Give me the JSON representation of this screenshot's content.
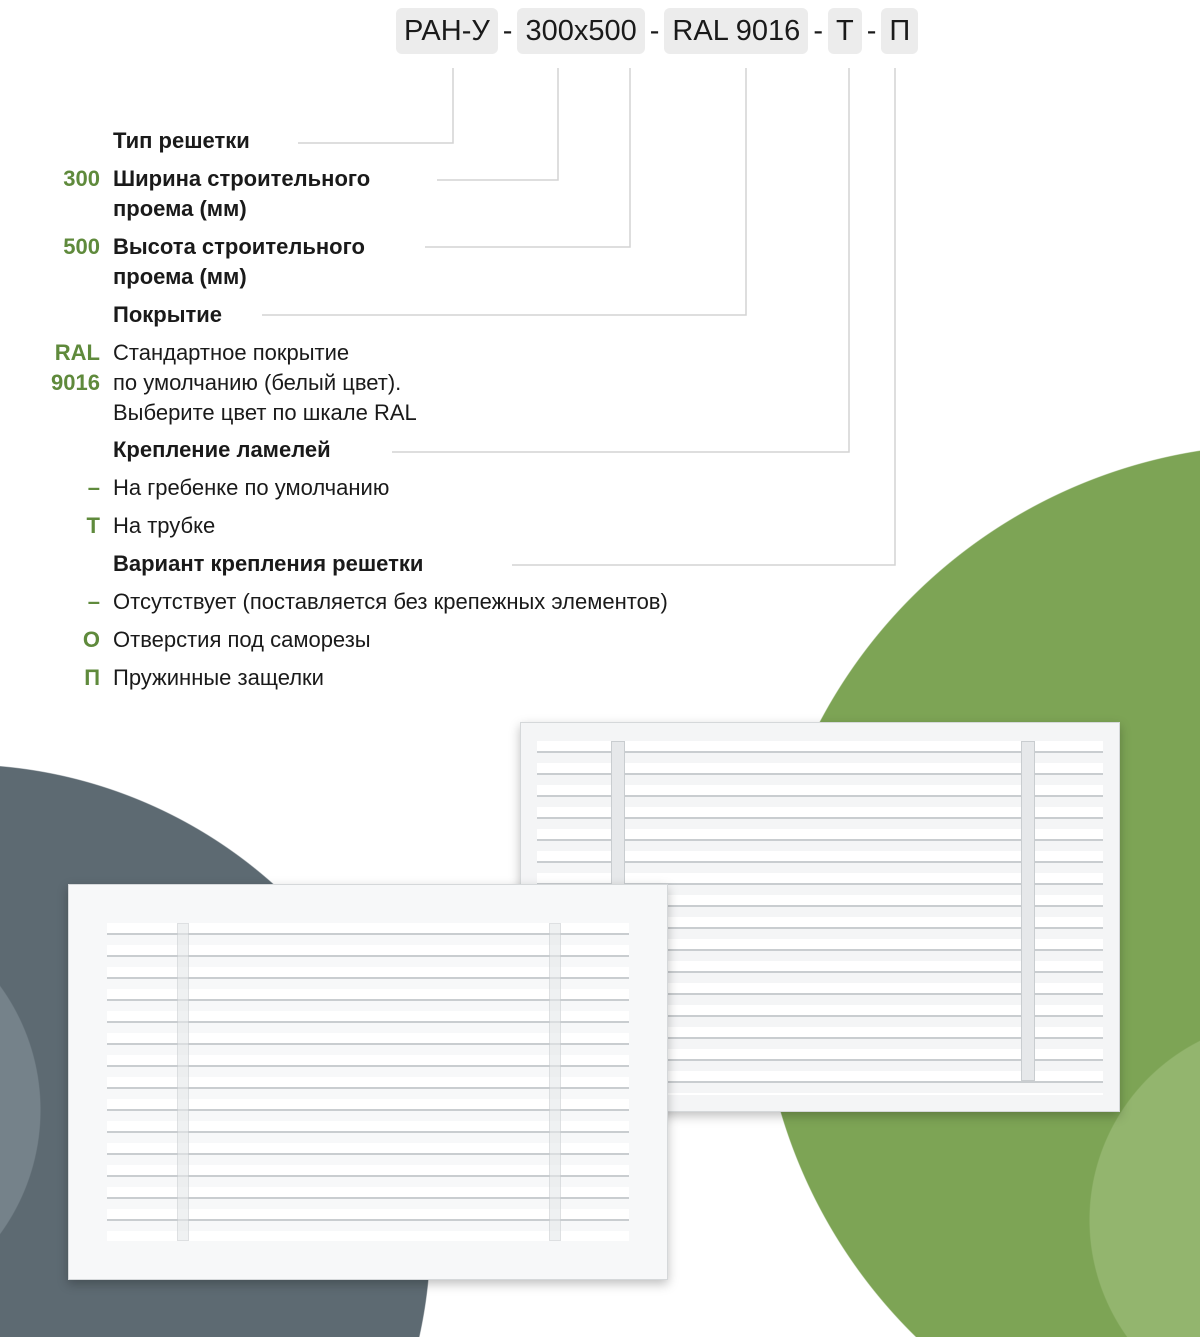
{
  "code": {
    "segments": [
      "РАН-У",
      "300x500",
      "RAL 9016",
      "Т",
      "П"
    ],
    "separator": "-"
  },
  "rows": [
    {
      "key": "",
      "text": "Тип решетки",
      "bold": true
    },
    {
      "key": "300",
      "text": "Ширина строительного",
      "text2": "проема (мм)",
      "bold": true
    },
    {
      "key": "500",
      "text": "Высота строительного",
      "text2": "проема (мм)",
      "bold": true
    },
    {
      "key": "",
      "text": "Покрытие",
      "bold": true
    },
    {
      "key": "RAL",
      "key2": "9016",
      "text": "Стандартное покрытие",
      "text2": "по умолчанию (белый цвет).",
      "text3": "Выберите цвет по шкале RAL"
    },
    {
      "key": "",
      "text": "Крепление ламелей",
      "bold": true
    },
    {
      "key": "–",
      "text": "На гребенке по умолчанию"
    },
    {
      "key": "Т",
      "text": "На трубке"
    },
    {
      "key": "",
      "text": "Вариант крепления решетки",
      "bold": true
    },
    {
      "key": "–",
      "text": "Отсутствует (поставляется без крепежных элементов)"
    },
    {
      "key": "О",
      "text": "Отверстия под саморезы"
    },
    {
      "key": "П",
      "text": "Пружинные защелки"
    }
  ],
  "colors": {
    "accent": "#5f8a3c",
    "green": "#7da455",
    "gray": "#5d6a72"
  }
}
